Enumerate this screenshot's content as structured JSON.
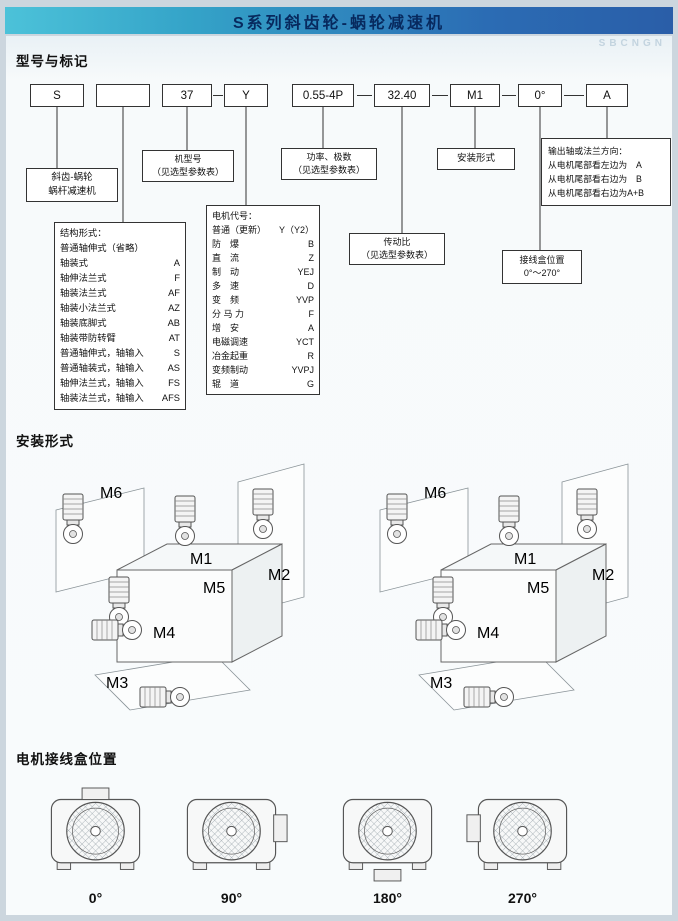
{
  "header": {
    "title": "S系列斜齿轮-蜗轮减速机",
    "watermark": "SBCNGN"
  },
  "sections": {
    "model_title": "型号与标记",
    "mounting_title": "安装形式",
    "junction_title": "电机接线盒位置"
  },
  "model_code": {
    "boxes": [
      "S",
      "",
      "37",
      "Y",
      "0.55-4P",
      "32.40",
      "M1",
      "0°",
      "A"
    ]
  },
  "callouts": {
    "reducer_type": {
      "lines": [
        "斜齿-蜗轮",
        "蜗杆减速机"
      ]
    },
    "structure": {
      "title": "结构形式：",
      "items": [
        {
          "label": "普通轴伸式（省略）",
          "code": ""
        },
        {
          "label": "轴装式",
          "code": "A"
        },
        {
          "label": "轴伸法兰式",
          "code": "F"
        },
        {
          "label": "轴装法兰式",
          "code": "AF"
        },
        {
          "label": "轴装小法兰式",
          "code": "AZ"
        },
        {
          "label": "轴装底脚式",
          "code": "AB"
        },
        {
          "label": "轴装带防转臂",
          "code": "AT"
        },
        {
          "label": "普通轴伸式，轴输入",
          "code": "S"
        },
        {
          "label": "普通轴装式，轴输入",
          "code": "AS"
        },
        {
          "label": "轴伸法兰式，轴输入",
          "code": "FS"
        },
        {
          "label": "轴装法兰式，轴输入",
          "code": "AFS"
        }
      ]
    },
    "machine_model": {
      "lines": [
        "机型号",
        "（见选型参数表）"
      ]
    },
    "motor_code": {
      "title": "电机代号：",
      "items": [
        {
          "label": "普通（更新）",
          "code": "Y（Y2）"
        },
        {
          "label": "防　爆",
          "code": "B"
        },
        {
          "label": "直　流",
          "code": "Z"
        },
        {
          "label": "制　动",
          "code": "YEJ"
        },
        {
          "label": "多　速",
          "code": "D"
        },
        {
          "label": "变　频",
          "code": "YVP"
        },
        {
          "label": "分 马 力",
          "code": "F"
        },
        {
          "label": "增　安",
          "code": "A"
        },
        {
          "label": "电磁调速",
          "code": "YCT"
        },
        {
          "label": "冶金起重",
          "code": "R"
        },
        {
          "label": "变频制动",
          "code": "YVPJ"
        },
        {
          "label": "辊　道",
          "code": "G"
        }
      ]
    },
    "power": {
      "lines": [
        "功率、极数",
        "（见选型参数表）"
      ]
    },
    "ratio": {
      "lines": [
        "传动比",
        "（见选型参数表）"
      ]
    },
    "mounting_form": {
      "lines": [
        "安装形式"
      ]
    },
    "junction_pos": {
      "lines": [
        "接线盒位置",
        "0°～270°"
      ]
    },
    "output_dir": {
      "lines": [
        "输出轴或法兰方向：",
        "从电机尾部看左边为　A",
        "从电机尾部看右边为　B",
        "从电机尾部看右边为A+B"
      ]
    }
  },
  "mounting": {
    "labels": [
      "M1",
      "M2",
      "M3",
      "M4",
      "M5",
      "M6"
    ]
  },
  "junction_views": [
    {
      "angle": "0°"
    },
    {
      "angle": "90°"
    },
    {
      "angle": "180°"
    },
    {
      "angle": "270°"
    }
  ]
}
